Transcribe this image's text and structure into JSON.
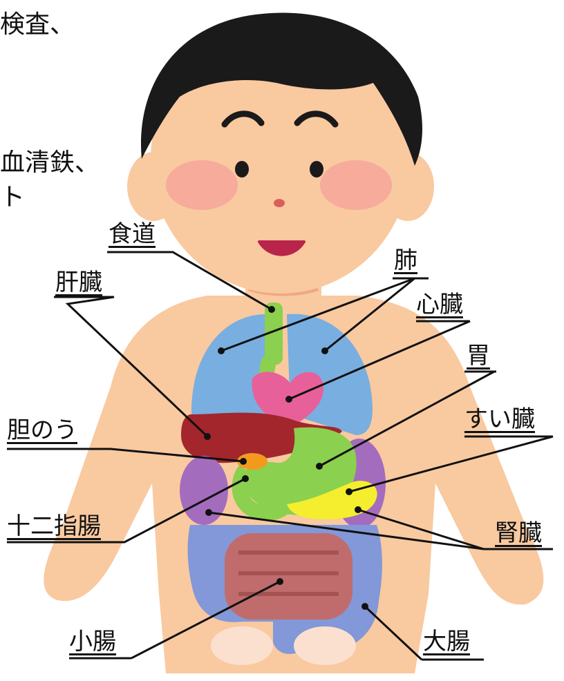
{
  "side_text": {
    "line1": "検査、",
    "line2": "血清鉄、",
    "line3": "ト"
  },
  "labels": {
    "esophagus": "食道",
    "lungs": "肺",
    "liver": "肝臓",
    "heart": "心臓",
    "stomach": "胃",
    "gallbladder": "胆のう",
    "pancreas": "すい臓",
    "duodenum": "十二指腸",
    "kidney": "腎臓",
    "small_intestine": "小腸",
    "large_intestine": "大腸"
  },
  "colors": {
    "skin": "#f9c9a0",
    "hair": "#1a1a1a",
    "cheek": "#f4a09a",
    "lung": "#79aee0",
    "heart": "#e8609a",
    "liver": "#a3262d",
    "stomach": "#8bd04e",
    "gallbladder": "#f39a1e",
    "pancreas": "#f4ee2e",
    "kidney": "#a46cbd",
    "large_intestine": "#8298d8",
    "small_intestine": "#c06c6c",
    "esophagus": "#8bd04e"
  }
}
